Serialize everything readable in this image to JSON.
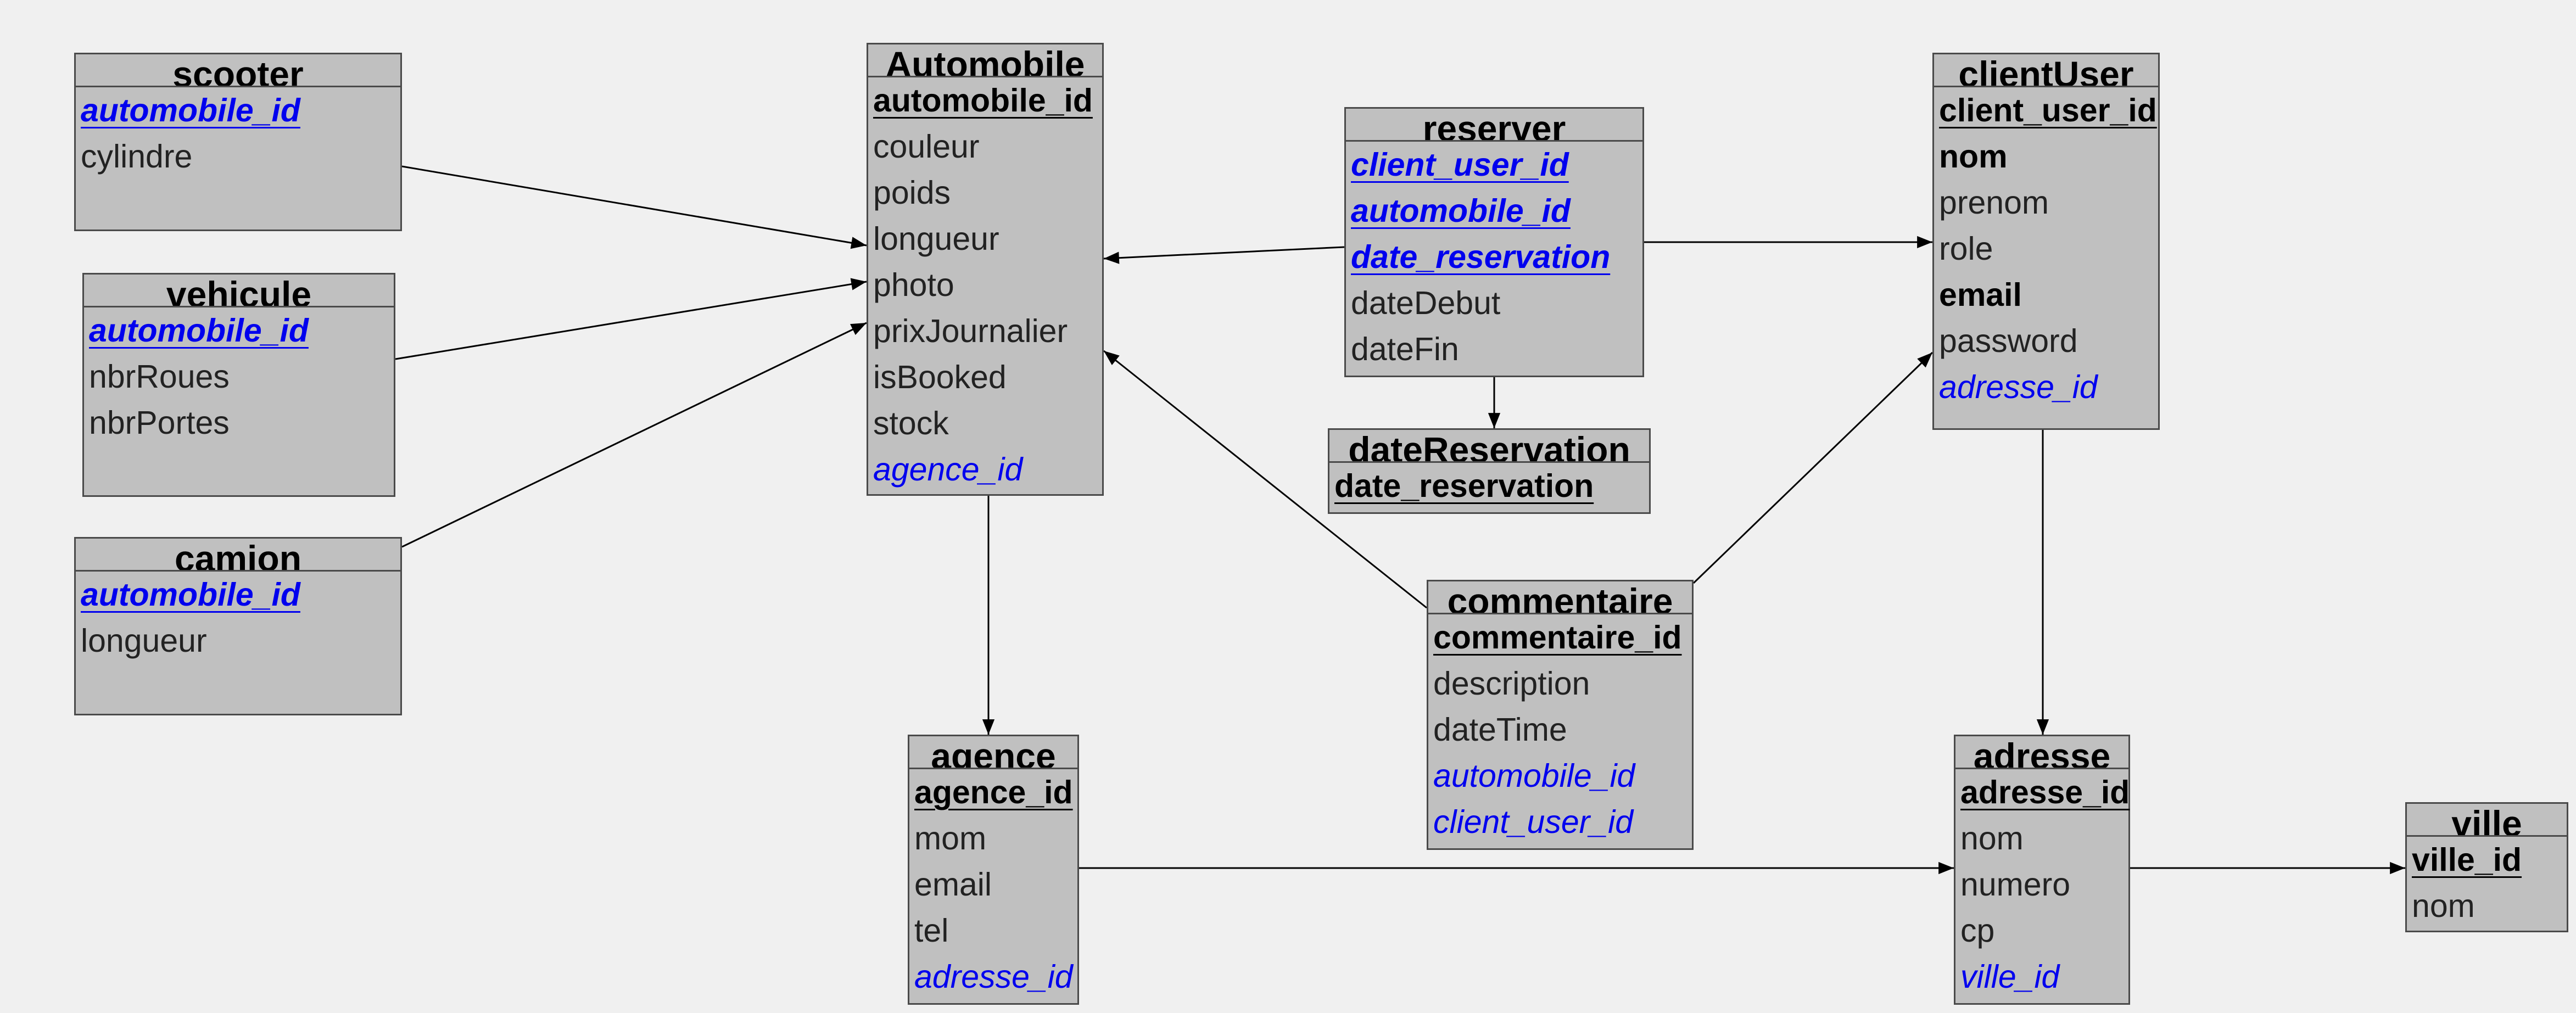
{
  "colors": {
    "background": "#f0f0f0",
    "box_fill": "#c0c0c0",
    "box_border": "#4a4a4a",
    "foreign_key": "#0000ee",
    "line": "#000000"
  },
  "entities": {
    "scooter": {
      "title": "scooter",
      "fields": [
        {
          "name": "automobile_id",
          "role": "pkfk"
        },
        {
          "name": "cylindre",
          "role": "plain"
        }
      ]
    },
    "vehicule": {
      "title": "vehicule",
      "fields": [
        {
          "name": "automobile_id",
          "role": "pkfk"
        },
        {
          "name": "nbrRoues",
          "role": "plain"
        },
        {
          "name": "nbrPortes",
          "role": "plain"
        }
      ]
    },
    "camion": {
      "title": "camion",
      "fields": [
        {
          "name": "automobile_id",
          "role": "pkfk"
        },
        {
          "name": "longueur",
          "role": "plain"
        }
      ]
    },
    "automobile": {
      "title": "Automobile",
      "fields": [
        {
          "name": "automobile_id",
          "role": "pk"
        },
        {
          "name": "couleur",
          "role": "plain"
        },
        {
          "name": "poids",
          "role": "plain"
        },
        {
          "name": "longueur",
          "role": "plain"
        },
        {
          "name": "photo",
          "role": "plain"
        },
        {
          "name": "prixJournalier",
          "role": "plain"
        },
        {
          "name": "isBooked",
          "role": "plain"
        },
        {
          "name": "stock",
          "role": "plain"
        },
        {
          "name": "agence_id",
          "role": "fk"
        }
      ]
    },
    "reserver": {
      "title": "reserver",
      "fields": [
        {
          "name": "client_user_id",
          "role": "pkfk"
        },
        {
          "name": "automobile_id",
          "role": "pkfk"
        },
        {
          "name": "date_reservation",
          "role": "pkfk"
        },
        {
          "name": "dateDebut",
          "role": "plain"
        },
        {
          "name": "dateFin",
          "role": "plain"
        }
      ]
    },
    "dateReservation": {
      "title": "dateReservation",
      "fields": [
        {
          "name": "date_reservation",
          "role": "pk"
        }
      ]
    },
    "clientUser": {
      "title": "clientUser",
      "fields": [
        {
          "name": "client_user_id",
          "role": "pk"
        },
        {
          "name": "nom",
          "role": "bold"
        },
        {
          "name": "prenom",
          "role": "plain"
        },
        {
          "name": "role",
          "role": "plain"
        },
        {
          "name": "email",
          "role": "bold"
        },
        {
          "name": "password",
          "role": "plain"
        },
        {
          "name": "adresse_id",
          "role": "fk"
        }
      ]
    },
    "commentaire": {
      "title": "commentaire",
      "fields": [
        {
          "name": "commentaire_id",
          "role": "pk"
        },
        {
          "name": "description",
          "role": "plain"
        },
        {
          "name": "dateTime",
          "role": "plain"
        },
        {
          "name": "automobile_id",
          "role": "fk"
        },
        {
          "name": "client_user_id",
          "role": "fk"
        }
      ]
    },
    "agence": {
      "title": "agence",
      "fields": [
        {
          "name": "agence_id",
          "role": "pk"
        },
        {
          "name": "mom",
          "role": "plain"
        },
        {
          "name": "email",
          "role": "plain"
        },
        {
          "name": "tel",
          "role": "plain"
        },
        {
          "name": "adresse_id",
          "role": "fk"
        }
      ]
    },
    "adresse": {
      "title": "adresse",
      "fields": [
        {
          "name": "adresse_id",
          "role": "pk"
        },
        {
          "name": "nom",
          "role": "plain"
        },
        {
          "name": "numero",
          "role": "plain"
        },
        {
          "name": "cp",
          "role": "plain"
        },
        {
          "name": "ville_id",
          "role": "fk"
        }
      ]
    },
    "ville": {
      "title": "ville",
      "fields": [
        {
          "name": "ville_id",
          "role": "pk"
        },
        {
          "name": "nom",
          "role": "plain"
        }
      ]
    }
  },
  "relations": [
    {
      "from": "scooter",
      "to": "automobile"
    },
    {
      "from": "vehicule",
      "to": "automobile"
    },
    {
      "from": "camion",
      "to": "automobile"
    },
    {
      "from": "reserver",
      "to": "automobile"
    },
    {
      "from": "reserver",
      "to": "clientUser"
    },
    {
      "from": "reserver",
      "to": "dateReservation"
    },
    {
      "from": "commentaire",
      "to": "automobile"
    },
    {
      "from": "commentaire",
      "to": "clientUser"
    },
    {
      "from": "automobile",
      "to": "agence"
    },
    {
      "from": "clientUser",
      "to": "adresse"
    },
    {
      "from": "agence",
      "to": "adresse"
    },
    {
      "from": "adresse",
      "to": "ville"
    }
  ]
}
